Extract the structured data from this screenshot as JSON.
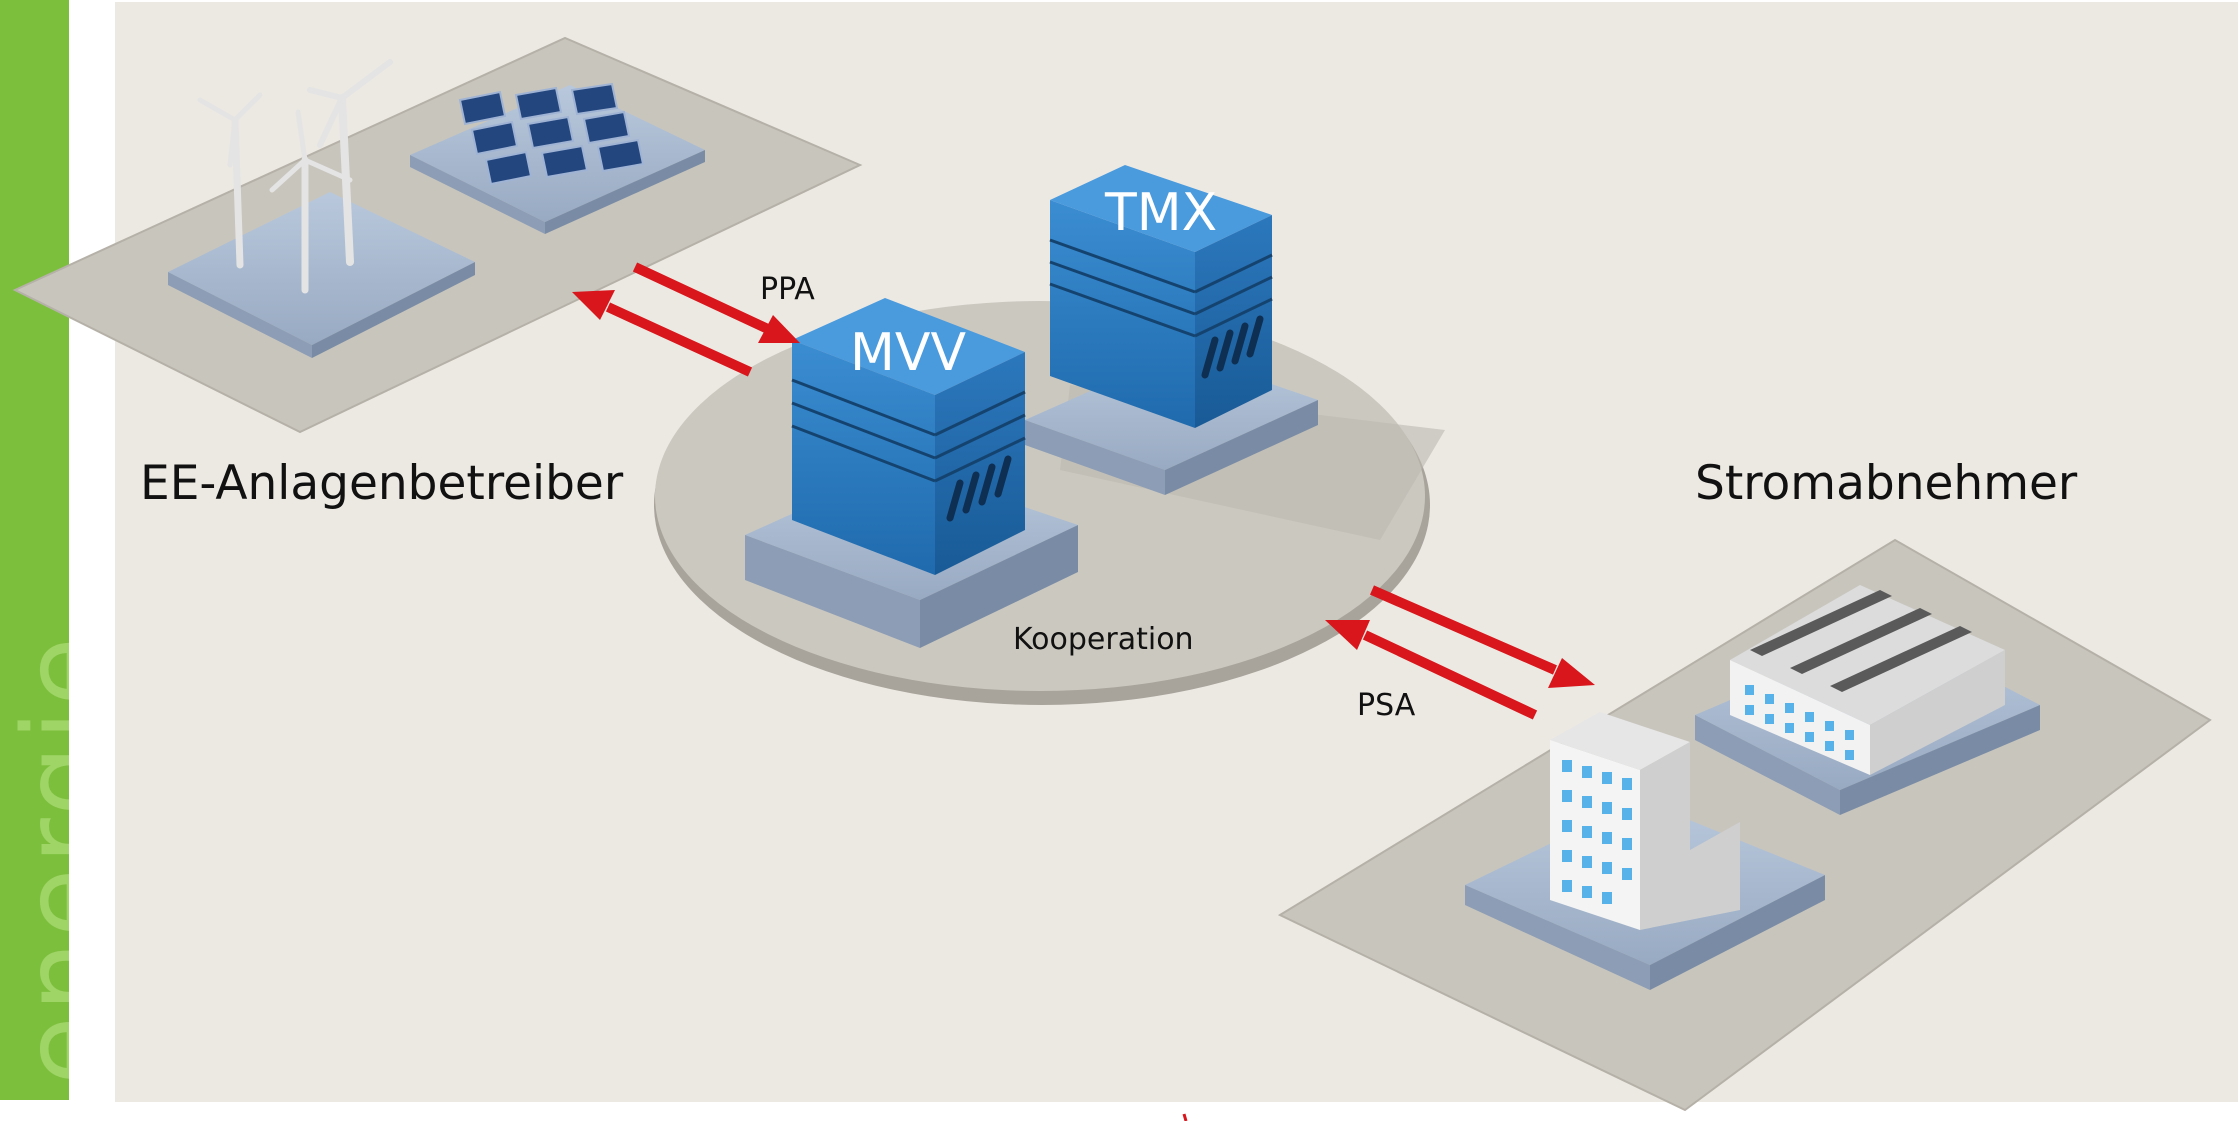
{
  "sidebar": {
    "word": "energie",
    "bg_color": "#7cbf3c",
    "text_color": "#9fd466"
  },
  "background_color": "#ece9e3",
  "left_zone": {
    "label": "EE-Anlagenbetreiber",
    "icons": [
      "wind-turbine-icon",
      "solar-panel-icon"
    ]
  },
  "right_zone": {
    "label": "Stromabnehmer",
    "icons": [
      "office-building-icon",
      "factory-icon"
    ]
  },
  "center": {
    "label": "Kooperation",
    "boxes": [
      {
        "label": "MVV"
      },
      {
        "label": "TMX"
      }
    ],
    "box_color": "#2f7fc4"
  },
  "arrows": [
    {
      "label": "PPA",
      "color": "#d8161c"
    },
    {
      "label": "PSA",
      "color": "#d8161c"
    }
  ]
}
